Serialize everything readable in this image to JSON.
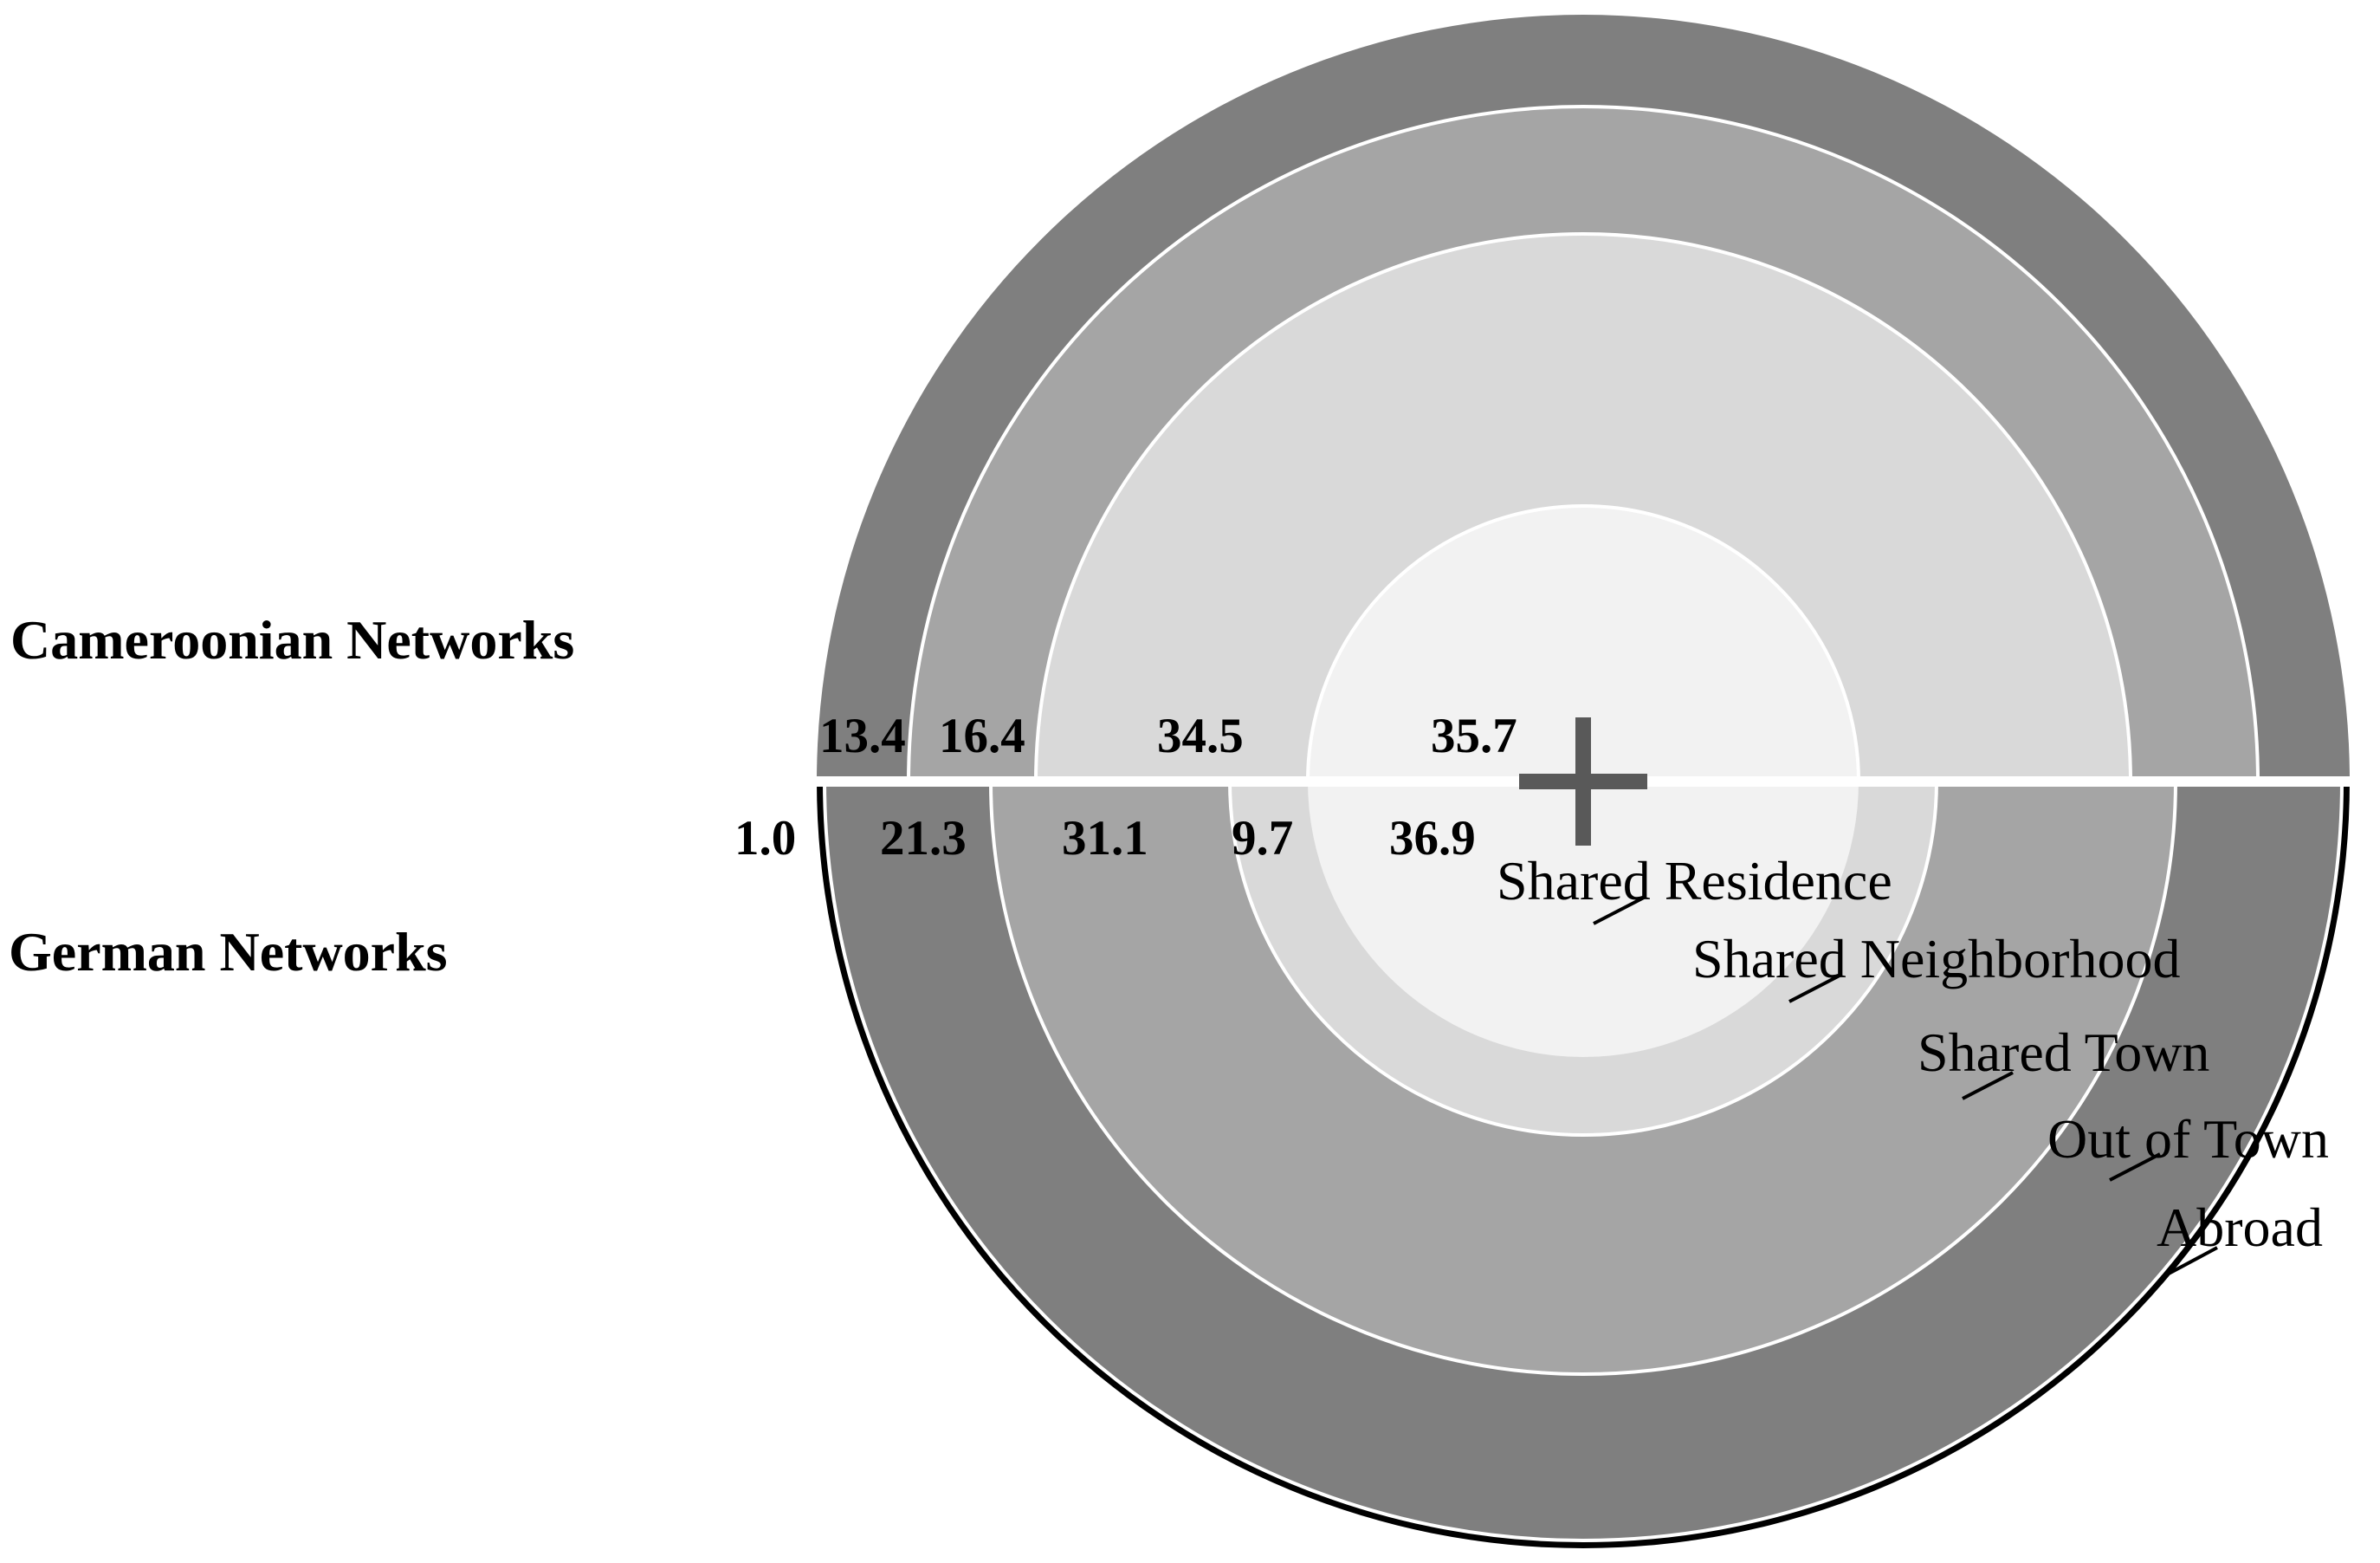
{
  "chart_data": {
    "type": "pie",
    "variant": "concentric half-ring diagram",
    "categories": [
      "Shared Residence",
      "Shared Neighborhood",
      "Shared Town",
      "Out of Town",
      "Abroad"
    ],
    "series": [
      {
        "name": "Cameroonian Networks",
        "values": [
          35.7,
          34.5,
          16.4,
          13.4,
          0
        ]
      },
      {
        "name": "German Networks",
        "values": [
          36.9,
          9.7,
          31.1,
          21.3,
          1.0
        ]
      }
    ],
    "value_labels": {
      "Cameroonian Networks": [
        "13.4",
        "16.4",
        "34.5",
        "35.7"
      ],
      "German Networks": [
        "1.0",
        "21.3",
        "31.1",
        "9.7",
        "36.9"
      ]
    },
    "layout": "top half = Cameroonian Networks, bottom half = German Networks; rings from center outward by category",
    "colors": {
      "Shared Residence": "#f2f2f2",
      "Shared Neighborhood": "#d9d9d9",
      "Shared Town": "#a5a5a5",
      "Out of Town": "#7f7f7f",
      "Abroad": "#000000",
      "divider": "#ffffff",
      "center_mark": "#595959"
    },
    "legend_placement": "inside lower-right, labels with leader lines"
  }
}
